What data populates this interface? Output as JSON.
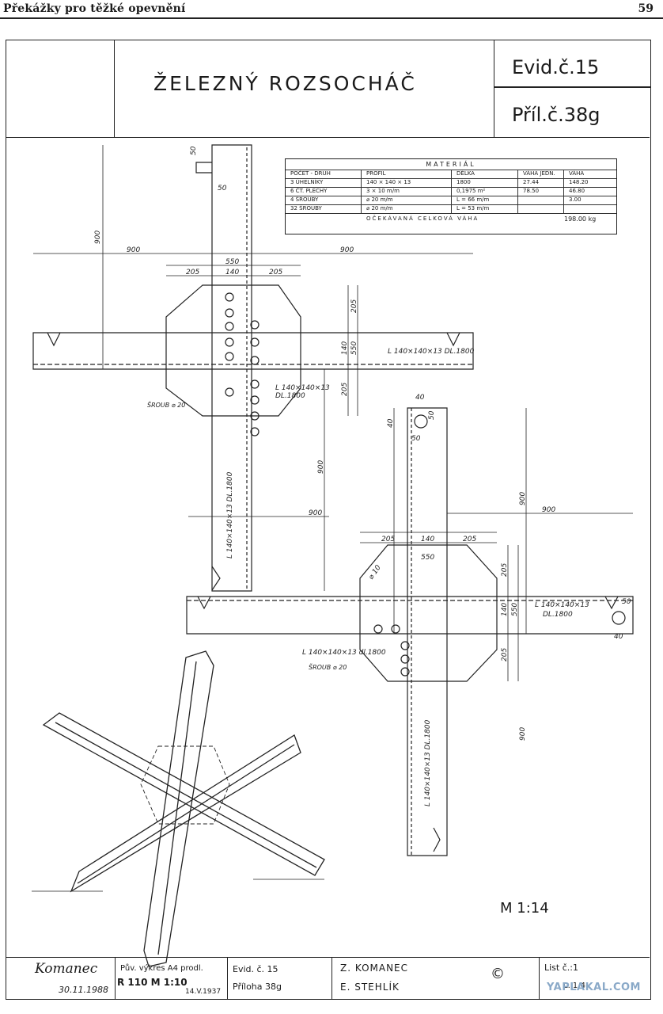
{
  "book_header": {
    "title": "Překážky pro těžké opevnění",
    "page_number": "59"
  },
  "title_block": {
    "name": "ŽELEZNÝ ROZSOCHÁČ",
    "evid": "Evid.č.15",
    "pril": "Příl.č.38g"
  },
  "material_table": {
    "title": "MATERIÁL",
    "headers": [
      "POČET - DRUH",
      "PROFIL",
      "DÉLKA",
      "VÁHA JEDN.",
      "VÁHA"
    ],
    "rows": [
      [
        "3 ÚHELNÍKY",
        "140 × 140 × 13",
        "1800",
        "27.44",
        "148.20"
      ],
      [
        "6 ČT. PLECHY",
        "3 × 10 m/m",
        "0,1975 m²",
        "78.50",
        "46.80"
      ],
      [
        "4 ŠROUBY",
        "⌀ 20 m/m",
        "L = 66 m/m",
        "",
        "3.00"
      ],
      [
        "32 ŠROUBY",
        "⌀ 20 m/m",
        "L = 53 m/m",
        "",
        ""
      ]
    ],
    "total_label": "OČEKÁVANÁ CELKOVÁ VÁHA",
    "total_value": "198.00 kg"
  },
  "dimensions": {
    "d900": "900",
    "d550": "550",
    "d140": "140",
    "d205": "205",
    "d50": "50",
    "d40": "40",
    "d10": "⌀ 10"
  },
  "labels": {
    "angle_a": "L 140×140×13 DL.1800",
    "angle_b_line1": "L 140×140×13",
    "angle_b_line2": "DL.1800",
    "angle_vert": "L 140×140×13 DL.1800",
    "angle_c_line1": "L 140×140×13",
    "angle_c_line2": "DL.1800",
    "angle_d": "L 140×140×13 dl.1800",
    "bolt": "ŠROUB ⌀ 20"
  },
  "scale": "M 1:14",
  "footer": {
    "signature": "Komanec",
    "date": "30.11.1988",
    "orig_line1": "Pův. výkres A4 prodl.",
    "orig_line2": "R 110   M 1:10",
    "orig_date": "14.V.1937",
    "evid": "Evid. č. 15",
    "priloha": "Příloha 38g",
    "author1": "Z. KOMANEC",
    "author2": "E. STEHLÍK",
    "copyright": "©",
    "list": "List č.:1",
    "list2": "L. 1/4"
  },
  "watermark": "YAPLAKAL.COM"
}
